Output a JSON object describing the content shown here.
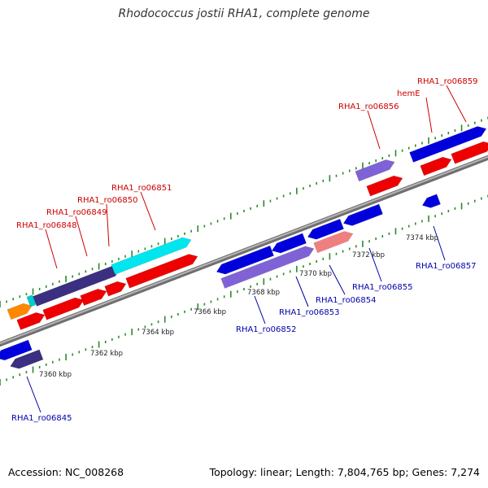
{
  "header": {
    "title": "Rhodococcus jostii RHA1, complete genome"
  },
  "footer": {
    "accession": "Accession: NC_008268",
    "topology": "Topology: linear; Length: 7,804,765 bp; Genes: 7,274"
  },
  "colors": {
    "top_label": "#cc0000",
    "bottom_label": "#0000aa",
    "tick": "#2a8a2a",
    "backbone": "#888888"
  },
  "ticks": [
    {
      "label": "7360 kbp"
    },
    {
      "label": "7362 kbp"
    },
    {
      "label": "7364 kbp"
    },
    {
      "label": "7366 kbp"
    },
    {
      "label": "7368 kbp"
    },
    {
      "label": "7370 kbp"
    },
    {
      "label": "7372 kbp"
    },
    {
      "label": "7374 kbp"
    }
  ],
  "top_labels": [
    {
      "text": "RHA1_ro06848"
    },
    {
      "text": "RHA1_ro06849"
    },
    {
      "text": "RHA1_ro06850"
    },
    {
      "text": "RHA1_ro06851"
    },
    {
      "text": "RHA1_ro06856"
    },
    {
      "text": "hemE"
    },
    {
      "text": "RHA1_ro06859"
    }
  ],
  "bottom_labels": [
    {
      "text": "RHA1_ro06845"
    },
    {
      "text": "RHA1_ro06852"
    },
    {
      "text": "RHA1_ro06853"
    },
    {
      "text": "RHA1_ro06854"
    },
    {
      "text": "RHA1_ro06855"
    },
    {
      "text": "RHA1_ro06857"
    }
  ]
}
